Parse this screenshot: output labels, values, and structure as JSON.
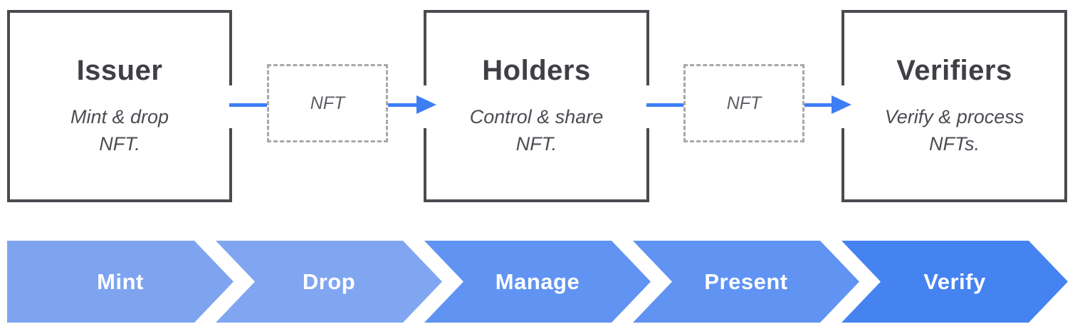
{
  "diagram": {
    "actors": [
      {
        "title": "Issuer",
        "subtitle": "Mint & drop\nNFT."
      },
      {
        "title": "Holders",
        "subtitle": "Control & share\nNFT."
      },
      {
        "title": "Verifiers",
        "subtitle": "Verify & process\nNFTs."
      }
    ],
    "transfers": [
      {
        "label": "NFT"
      },
      {
        "label": "NFT"
      }
    ],
    "colors": {
      "box_border": "#4a4b50",
      "dashed_border": "#a8a8a8",
      "connector_blue": "#3e7ef5",
      "text_dark": "#3e4045"
    }
  },
  "process": {
    "steps": [
      {
        "label": "Mint",
        "color": "#7ea4f0"
      },
      {
        "label": "Drop",
        "color": "#81a6f1"
      },
      {
        "label": "Manage",
        "color": "#6093f2"
      },
      {
        "label": "Present",
        "color": "#6093f2"
      },
      {
        "label": "Verify",
        "color": "#4583f1"
      }
    ]
  }
}
